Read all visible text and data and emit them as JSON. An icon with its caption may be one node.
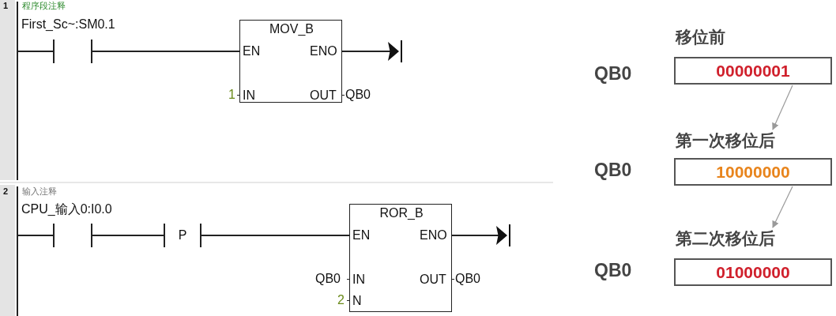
{
  "diagram": {
    "nodes": [
      {
        "text": [
          "First_Sc~:SM0.1"
        ]
      },
      {
        "text": [
          "MOV_B",
          "EN",
          "ENO",
          "IN",
          "OUT"
        ],
        "beside": [
          "1",
          "QB0"
        ]
      },
      {
        "text": [
          "CPU_输入0:I0.0"
        ]
      },
      {
        "text": [
          "P"
        ]
      },
      {
        "text": [
          "ROR_B",
          "EN",
          "ENO",
          "IN",
          "OUT",
          "N"
        ],
        "beside": [
          "QB0",
          "QB0",
          "2"
        ]
      },
      {
        "text": [
          "移位前",
          "00000001"
        ]
      },
      {
        "text": [
          "第一次移位后",
          "10000000"
        ]
      },
      {
        "text": [
          "第二次移位后",
          "01000000"
        ]
      }
    ],
    "edges": [
      {
        "from": 0,
        "to": 1,
        "arrow": "none"
      },
      {
        "from": 1,
        "to": null,
        "arrow": "to"
      },
      {
        "from": 2,
        "to": 3,
        "arrow": "none"
      },
      {
        "from": 3,
        "to": 4,
        "arrow": "none"
      },
      {
        "from": 4,
        "to": null,
        "arrow": "to"
      },
      {
        "from": 5,
        "to": 6,
        "arrow": "to",
        "color": "#9a9a9a"
      },
      {
        "from": 6,
        "to": 7,
        "arrow": "to",
        "color": "#9a9a9a"
      }
    ],
    "labels": [
      "1",
      "程序段注释",
      "2",
      "输入注释",
      "QB0",
      "QB0",
      "QB0"
    ]
  }
}
